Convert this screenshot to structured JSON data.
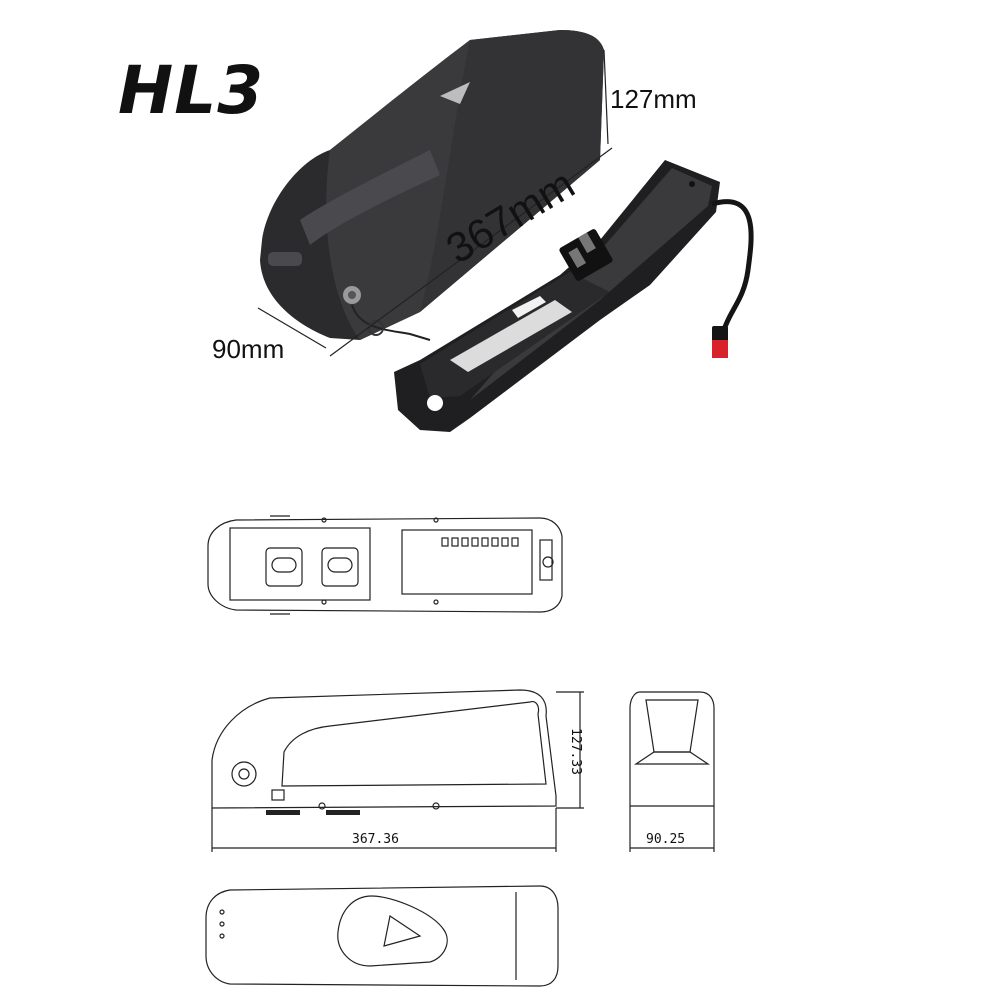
{
  "model": "HL3",
  "photo_dimensions": {
    "height": "127mm",
    "length": "367mm",
    "width": "90mm"
  },
  "drawing_dimensions": {
    "length": "367.36",
    "height": "127.33",
    "width": "90.25"
  },
  "colors": {
    "battery_body": "#2b2b2d",
    "battery_highlight": "#4a4a4e",
    "connector_red": "#d8232a",
    "line": "#222222"
  }
}
